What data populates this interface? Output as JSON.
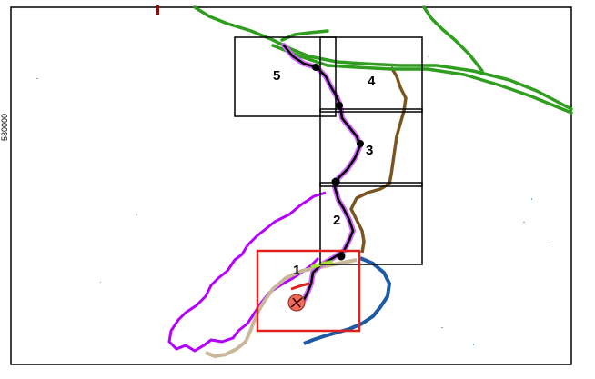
{
  "map": {
    "side_coordinate_label": "530000",
    "tiles": [
      {
        "label": "1"
      },
      {
        "label": "2"
      },
      {
        "label": "3"
      },
      {
        "label": "4"
      },
      {
        "label": "5"
      }
    ],
    "colors": {
      "road_highway": "#2f9e1f",
      "stream_main": "#000000",
      "stream_main_outline": "#d266ff",
      "watershed_boundary": "#b300ff",
      "brown_route": "#7a5520",
      "tan_route": "#c9b79a",
      "blue_route": "#1f5aa6",
      "highlight_frame": "#e0201f",
      "tile_frame": "#000000",
      "site_marker": "#f06a5a"
    },
    "icons": [
      "site-marker-icon",
      "stream-node-icon"
    ]
  }
}
